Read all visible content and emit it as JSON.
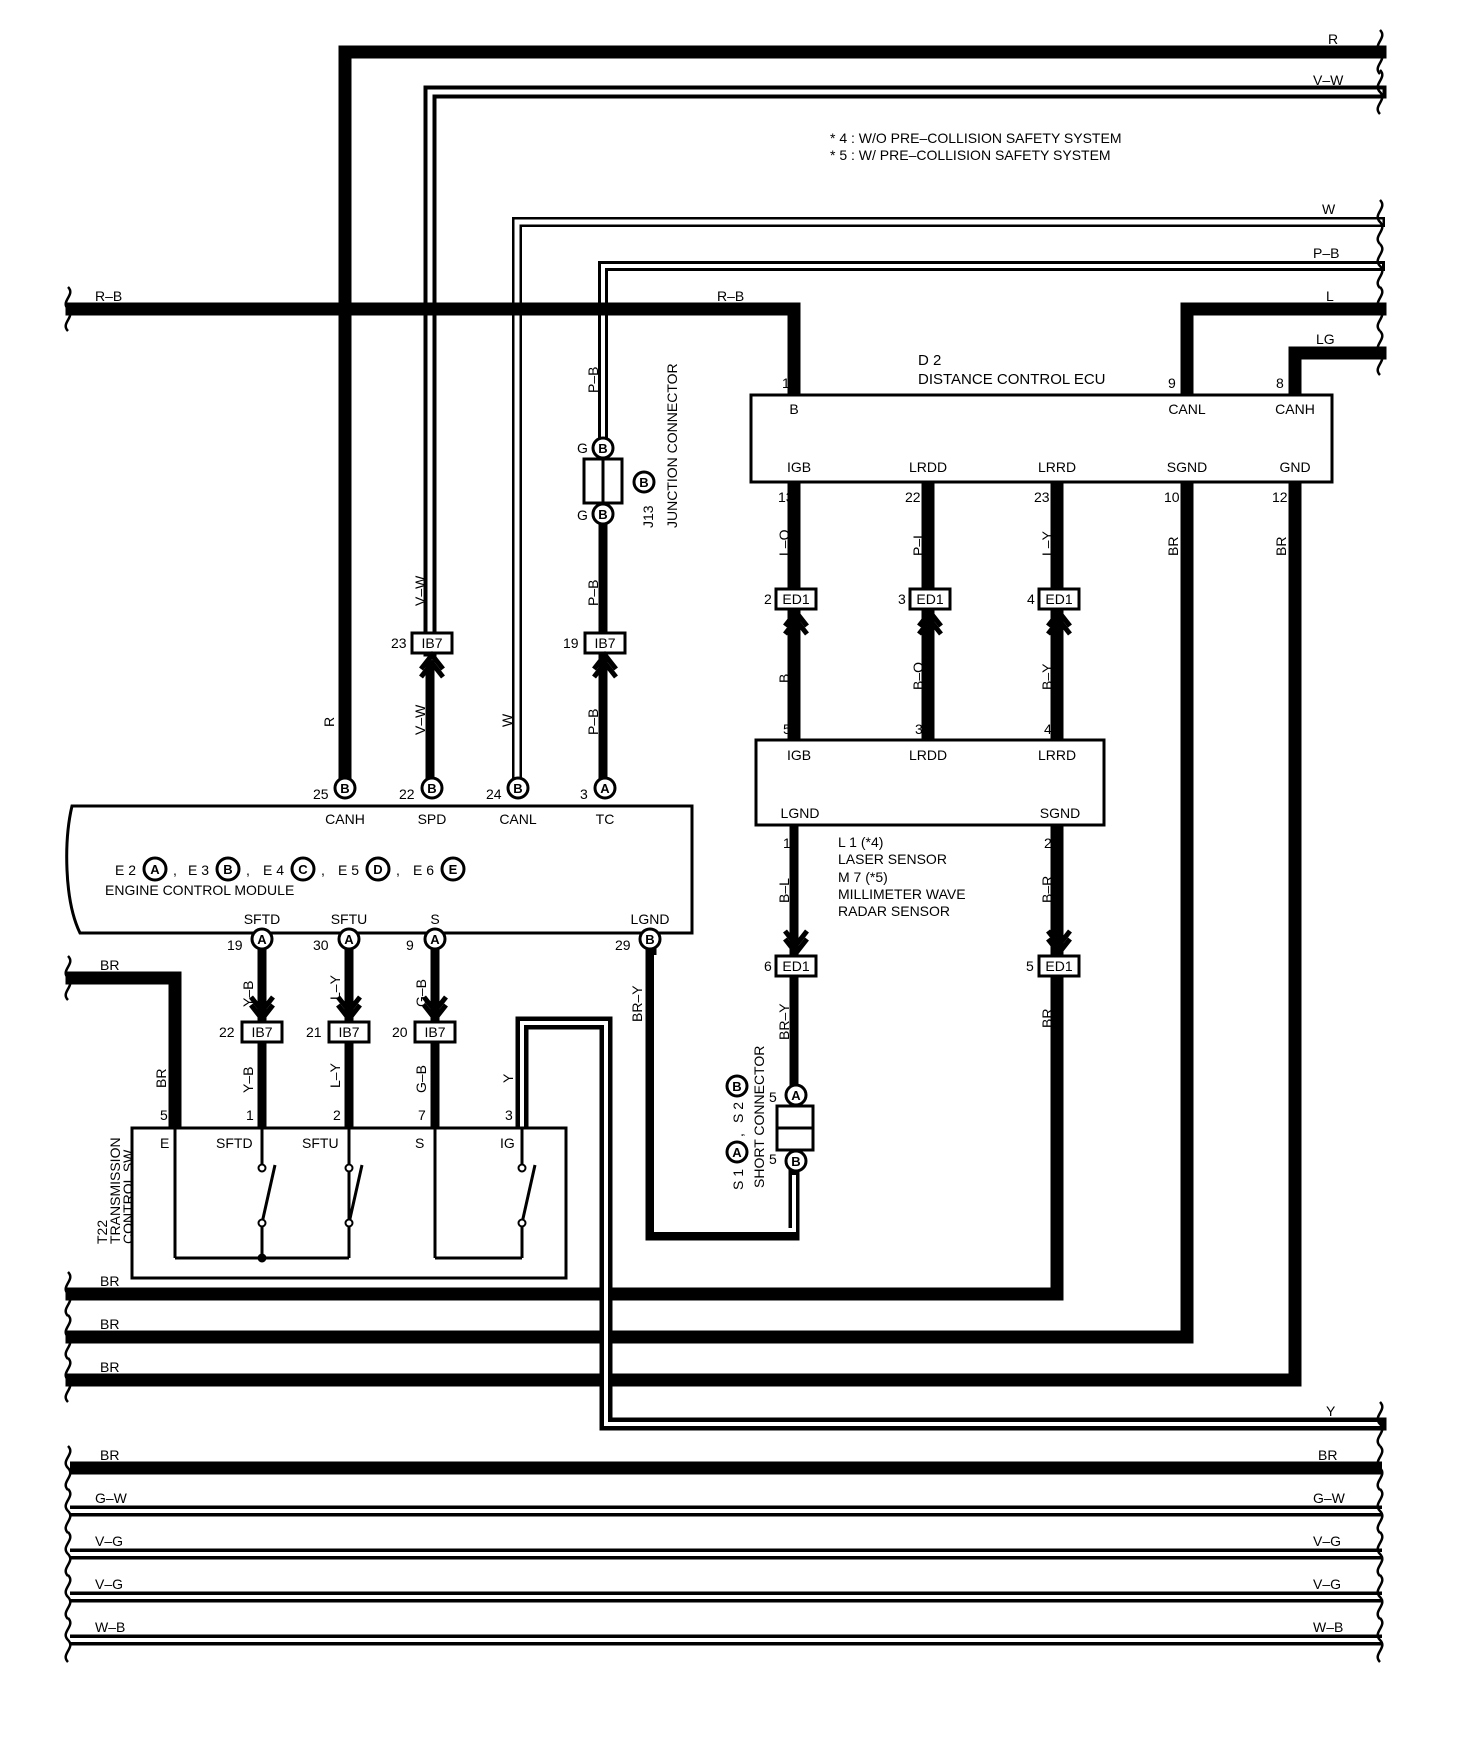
{
  "notes": [
    "* 4 : W/O PRE–COLLISION SAFETY SYSTEM",
    "* 5 : W/ PRE–COLLISION SAFETY SYSTEM"
  ],
  "right_wires": {
    "r": "R",
    "vw": "V–W",
    "w": "W",
    "pb": "P–B",
    "l": "L",
    "lg": "LG",
    "y": "Y"
  },
  "left_wires": {
    "rb": "R–B",
    "br_top": "BR"
  },
  "rb_mid": "R–B",
  "bus": [
    {
      "left": "BR",
      "right": ""
    },
    {
      "left": "BR",
      "right": ""
    },
    {
      "left": "BR",
      "right": ""
    },
    {
      "left": "BR",
      "right": "BR"
    },
    {
      "left": "G–W",
      "right": "G–W"
    },
    {
      "left": "V–G",
      "right": "V–G"
    },
    {
      "left": "V–G",
      "right": "V–G"
    },
    {
      "left": "W–B",
      "right": "W–B"
    }
  ],
  "d2": {
    "id": "D 2",
    "name": "DISTANCE CONTROL ECU",
    "top_terms": [
      "B",
      "CANL",
      "CANH"
    ],
    "top_pins": [
      "1",
      "9",
      "8"
    ],
    "bot_terms": [
      "IGB",
      "LRDD",
      "LRRD",
      "SGND",
      "GND"
    ],
    "bot_pins": [
      "13",
      "22",
      "23",
      "10",
      "12"
    ],
    "bot_wires": [
      "L–O",
      "P–L",
      "L–Y",
      "BR",
      "BR"
    ]
  },
  "ed1_upper": {
    "pins": [
      "2",
      "3",
      "4"
    ],
    "label": "ED1",
    "wires": [
      "B",
      "B–O",
      "B–Y"
    ]
  },
  "sensor": {
    "top_terms": [
      "IGB",
      "LRDD",
      "LRRD"
    ],
    "top_pins": [
      "5",
      "3",
      "4"
    ],
    "bot_terms": [
      "LGND",
      "SGND"
    ],
    "bot_pins": [
      "1",
      "2"
    ],
    "bot_wires": [
      "B–L",
      "B–R"
    ],
    "lines": [
      "L 1  (*4)",
      "LASER SENSOR",
      "M 7 (*5)",
      "MILLIMETER WAVE",
      "RADAR SENSOR"
    ]
  },
  "ed1_lower": {
    "pins": [
      "6",
      "5"
    ],
    "label": "ED1",
    "wires": [
      "BR–Y",
      "BR"
    ]
  },
  "short_conn": {
    "pins": [
      "5",
      "5"
    ],
    "letters": [
      "A",
      "B"
    ],
    "s1": "S 1",
    "s2": "S 2",
    "label": "SHORT CONNECTOR"
  },
  "j13": {
    "pins": [
      "G",
      "G"
    ],
    "letter": "B",
    "id": "J13",
    "label": "JUNCTION CONNECTOR",
    "wire_top": "P–B",
    "wire_bot": "P–B"
  },
  "ib7_upper": {
    "pins": [
      "23",
      "19"
    ],
    "label": "IB7"
  },
  "ecm": {
    "name": "ENGINE CONTROL MODULE",
    "conns": [
      [
        "E 2",
        "A"
      ],
      [
        "E 3",
        "B"
      ],
      [
        "E 4",
        "C"
      ],
      [
        "E 5",
        "D"
      ],
      [
        "E 6",
        "E"
      ]
    ],
    "sep": ",",
    "top_pins": [
      "25",
      "22",
      "24",
      "3"
    ],
    "top_letters": [
      "B",
      "B",
      "B",
      "A"
    ],
    "top_terms": [
      "CANH",
      "SPD",
      "CANL",
      "TC"
    ],
    "top_wires": [
      "R",
      "V–W",
      "W",
      "P–B"
    ],
    "bot_terms": [
      "SFTD",
      "SFTU",
      "S",
      "LGND"
    ],
    "bot_pins": [
      "19",
      "30",
      "9",
      "29"
    ],
    "bot_letters": [
      "A",
      "A",
      "A",
      "B"
    ],
    "bot_wires": [
      "Y–B",
      "L–Y",
      "G–B",
      "BR–Y"
    ]
  },
  "spd_wire": "V–W",
  "ib7_lower": {
    "pins": [
      "22",
      "21",
      "20"
    ],
    "label": "IB7"
  },
  "t22": {
    "name_lines": [
      "T22",
      "TRANSMISSION",
      "CONTROL SW"
    ],
    "pins": [
      "5",
      "1",
      "2",
      "7",
      "3"
    ],
    "terms": [
      "E",
      "SFTD",
      "SFTU",
      "S",
      "IG"
    ],
    "wires": [
      "BR",
      "Y–B",
      "L–Y",
      "G–B",
      "Y"
    ]
  }
}
